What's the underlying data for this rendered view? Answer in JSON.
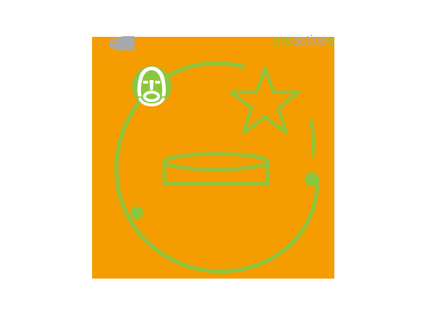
{
  "slide": {
    "background_color": "#ffffff",
    "panel_color": "#f59c00",
    "accent_green": "#8cc63e",
    "accent_gray": "#a7a9ac",
    "title": ""
  },
  "brand": {
    "wordmark_full": "creactives",
    "wordmark_part_1": "cre",
    "wordmark_part_2": "active",
    "wordmark_part_3": "s",
    "part_1_color": "#8cc63e",
    "part_2_color": "#a7a9ac",
    "part_3_color": "#8cc63e"
  },
  "graphics": {
    "gray_block_name": "gray-partial-image",
    "gray_block_color": "#a7a9ac",
    "mask_icon_name": "mask-face-icon",
    "mask_icon_color": "#8cc63e",
    "mask_icon_detail_color": "#ffffff",
    "star_name": "five-point-star",
    "star_color": "#8cc63e",
    "cylinder_name": "cylinder-platform",
    "cylinder_color": "#8cc63e",
    "orbit_name": "hand-drawn-orbit-circle",
    "orbit_color": "#8cc63e",
    "orbit_node_count": "2",
    "orbit_node_color": "#8cc63e"
  },
  "labels": {
    "orbit_node_1": "",
    "orbit_node_2": "",
    "caption": ""
  }
}
